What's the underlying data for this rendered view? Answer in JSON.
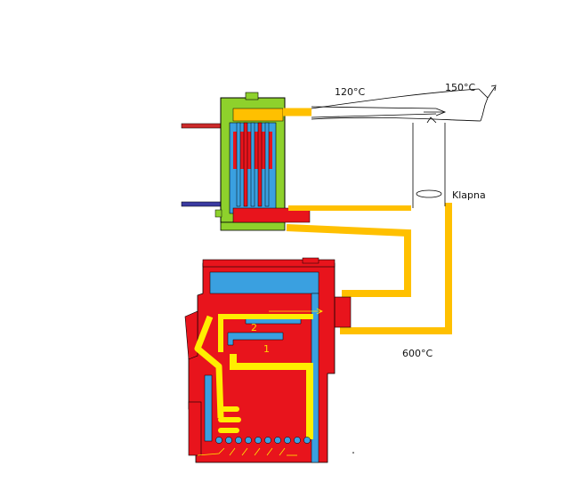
{
  "labels": {
    "temp_top_left": "120°C",
    "temp_top_right": "150°C",
    "temp_bottom": "600°C",
    "damper": "Klapna",
    "pass_1": "1",
    "pass_2": "2"
  },
  "colors": {
    "boiler_red": "#e8141c",
    "water_blue": "#3aa0e0",
    "exchanger_green": "#8ed12c",
    "flue_yellow": "#ffc000",
    "flame_yellow": "#ffee00",
    "hot_pipe": "#cc2a2a",
    "cold_pipe": "#3a3aa0",
    "outline": "#000000"
  }
}
